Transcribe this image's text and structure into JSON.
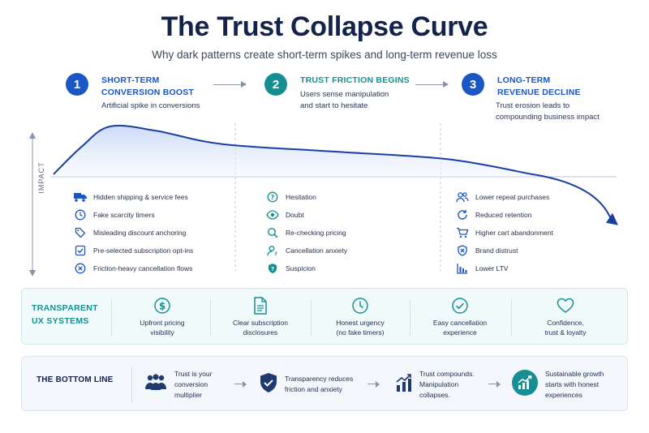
{
  "header": {
    "title": "The Trust Collapse Curve",
    "subtitle": "Why dark patterns create short-term spikes and long-term revenue loss"
  },
  "steps": [
    {
      "num": "1",
      "title_line1": "SHORT-TERM",
      "title_line2": "CONVERSION BOOST",
      "desc_line1": "Artificial spike in conversions",
      "desc_line2": "",
      "color": "#1a56c4"
    },
    {
      "num": "2",
      "title_line1": "TRUST FRICTION BEGINS",
      "title_line2": "",
      "desc_line1": "Users sense manipulation",
      "desc_line2": "and start to hesitate",
      "color": "#178f92"
    },
    {
      "num": "3",
      "title_line1": "LONG-TERM",
      "title_line2": "REVENUE DECLINE",
      "desc_line1": "Trust erosion leads to",
      "desc_line2": "compounding business impact",
      "color": "#1a56c4"
    }
  ],
  "chart": {
    "axis_label": "IMPACT",
    "line_color": "#1a3fa3",
    "fill_color": "#dbe6fb",
    "curve": [
      {
        "t": 0.0,
        "impact": 0.05
      },
      {
        "t": 0.05,
        "impact": 0.6
      },
      {
        "t": 0.1,
        "impact": 1.0
      },
      {
        "t": 0.18,
        "impact": 0.92
      },
      {
        "t": 0.3,
        "impact": 0.65
      },
      {
        "t": 0.5,
        "impact": 0.5
      },
      {
        "t": 0.7,
        "impact": 0.35
      },
      {
        "t": 0.85,
        "impact": 0.05
      },
      {
        "t": 1.0,
        "impact": -0.9
      }
    ]
  },
  "impacts": {
    "phase1": [
      {
        "icon": "truck-icon",
        "label": "Hidden shipping & service fees"
      },
      {
        "icon": "clock-icon",
        "label": "Fake scarcity timers"
      },
      {
        "icon": "tag-icon",
        "label": "Misleading discount anchoring"
      },
      {
        "icon": "checkbox-icon",
        "label": "Pre-selected subscription opt-ins"
      },
      {
        "icon": "cancel-circle-icon",
        "label": "Friction-heavy cancellation flows"
      }
    ],
    "phase2": [
      {
        "icon": "question-circle-icon",
        "label": "Hesitation"
      },
      {
        "icon": "eye-icon",
        "label": "Doubt"
      },
      {
        "icon": "magnifier-icon",
        "label": "Re-checking pricing"
      },
      {
        "icon": "user-question-icon",
        "label": "Cancellation anxiety"
      },
      {
        "icon": "shield-question-icon",
        "label": "Suspicion"
      }
    ],
    "phase3": [
      {
        "icon": "users-icon",
        "label": "Lower repeat purchases"
      },
      {
        "icon": "refresh-icon",
        "label": "Reduced retention"
      },
      {
        "icon": "cart-icon",
        "label": "Higher cart abandonment"
      },
      {
        "icon": "shield-x-icon",
        "label": "Brand distrust"
      },
      {
        "icon": "bar-chart-icon",
        "label": "Lower LTV"
      }
    ]
  },
  "ux_systems": {
    "title_line1": "TRANSPARENT",
    "title_line2": "UX SYSTEMS",
    "items": [
      {
        "icon": "dollar-icon",
        "line1": "Upfront pricing",
        "line2": "visibility"
      },
      {
        "icon": "document-icon",
        "line1": "Clear subscription",
        "line2": "disclosures"
      },
      {
        "icon": "clock-icon",
        "line1": "Honest urgency",
        "line2": "(no fake timers)"
      },
      {
        "icon": "check-circle-icon",
        "line1": "Easy cancellation",
        "line2": "experience"
      },
      {
        "icon": "heart-icon",
        "line1": "Confidence,",
        "line2": "trust & loyalty"
      }
    ]
  },
  "bottom_line": {
    "title": "THE BOTTOM LINE",
    "items": [
      {
        "icon": "people-icon",
        "line1": "Trust is your",
        "line2": "conversion",
        "line3": "multiplier"
      },
      {
        "icon": "shield-check-icon",
        "line1": "Transparency reduces",
        "line2": "friction and anxiety",
        "line3": ""
      },
      {
        "icon": "growth-chart-icon",
        "line1": "Trust compounds.",
        "line2": "Manipulation",
        "line3": "collapses."
      },
      {
        "icon": "growth-badge-icon",
        "line1": "Sustainable growth",
        "line2": "starts with honest",
        "line3": "experiences"
      }
    ]
  }
}
